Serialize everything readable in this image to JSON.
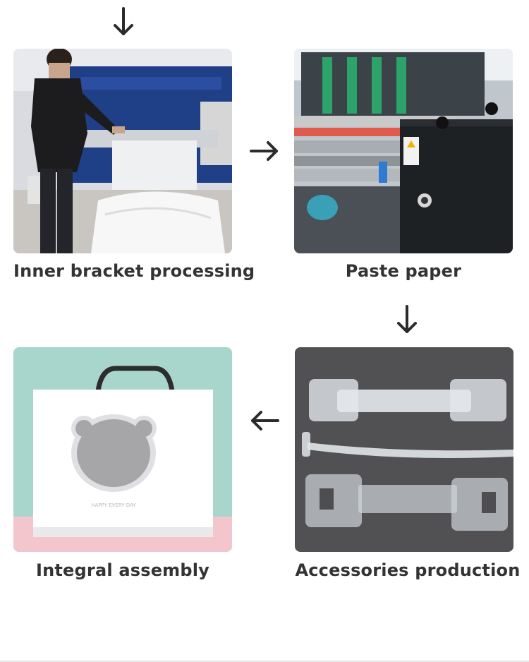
{
  "steps": [
    {
      "label": "Inner bracket processing",
      "image": "worker-cutting-machine-photo"
    },
    {
      "label": "Paste paper",
      "image": "paper-pasting-machine-photo"
    },
    {
      "label": "Accessories production",
      "image": "plastic-handle-accessories-photo"
    },
    {
      "label": "Integral assembly",
      "image": "bear-window-gift-box-photo"
    }
  ],
  "arrows": [
    "arrow-down",
    "arrow-right",
    "arrow-down",
    "arrow-left"
  ],
  "box_print": "HAPPY EVERY DAY",
  "colors": {
    "arrow": "#2b2b2b",
    "caption": "#333333"
  }
}
